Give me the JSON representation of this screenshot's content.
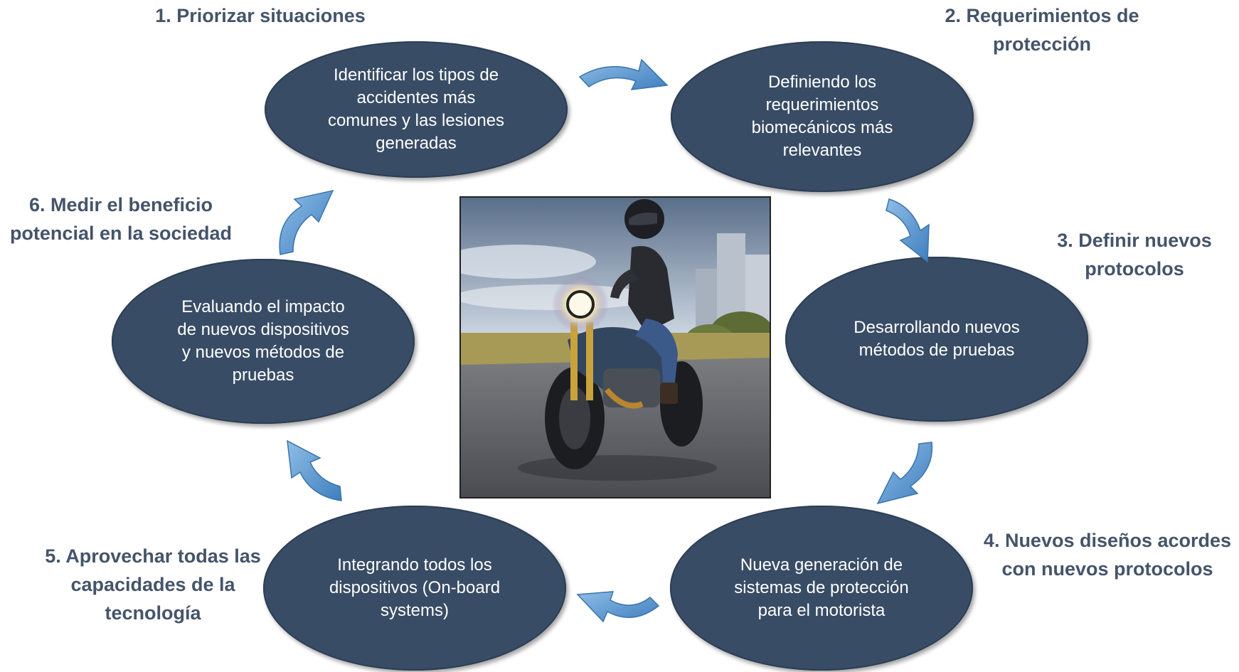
{
  "steps": [
    {
      "title": "1. Priorizar situaciones",
      "text": "Identificar los tipos de\naccidentes más\ncomunes y las lesiones\ngeneradas"
    },
    {
      "title": "2. Requerimientos de\nprotección",
      "text": "Definiendo los\nrequerimientos\nbiomecánicos más\nrelevantes"
    },
    {
      "title": "3. Definir nuevos\nprotocolos",
      "text": "Desarrollando nuevos\nmétodos de pruebas"
    },
    {
      "title": "4. Nuevos diseños acordes\ncon nuevos protocolos",
      "text": "Nueva generación de\nsistemas de protección\npara el motorista"
    },
    {
      "title": "5. Aprovechar todas las\ncapacidades de la\ntecnología",
      "text": "Integrando todos los\ndispositivos (On-board\nsystems)"
    },
    {
      "title": "6. Medir el beneficio\npotencial en la sociedad",
      "text": "Evaluando el impacto\nde nuevos dispositivos\ny nuevos métodos de\npruebas"
    }
  ],
  "colors": {
    "ellipse_fill": "#384c65",
    "title_text": "#44546a",
    "arrow_fill": "#5b9bd5"
  },
  "center_image": {
    "icon": "motorcycle-rider-photo"
  }
}
